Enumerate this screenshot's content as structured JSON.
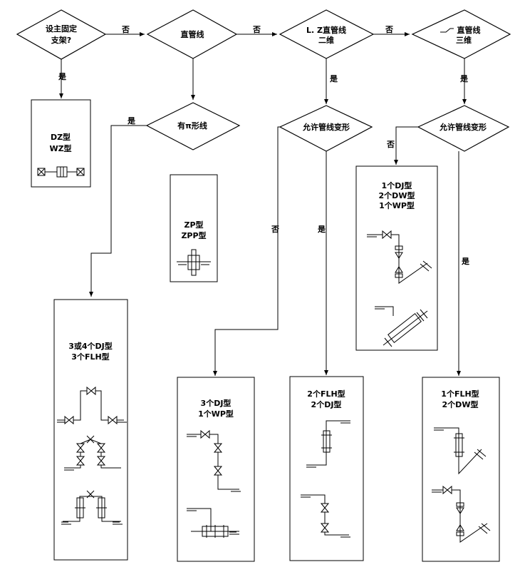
{
  "decisions": {
    "main_support": "设主固定支架?",
    "straight_pipe": "直管线",
    "lz_2d": "L. Z直管线二维",
    "z_3d": "┐┘直管线三维",
    "has_pi": "有π形线",
    "allow_deform_2d": "允许管线变形",
    "allow_deform_3d": "允许管线变形"
  },
  "edge_labels": {
    "no": "否",
    "yes": "是"
  },
  "result_boxes": {
    "dz": [
      "DZ型",
      "WZ型"
    ],
    "zp": [
      "ZP型",
      "ZPP型"
    ],
    "dj_flh": [
      "3或4个DJ型",
      "3个FLH型"
    ],
    "dj_wp": [
      "3个DJ型",
      "1个WP型"
    ],
    "flh_dj": [
      "2个FLH型",
      "2个DJ型"
    ],
    "dj_dw_wp": [
      "1个DJ型",
      "2个DW型",
      "1个WP型"
    ],
    "flh_dw": [
      "1个FLH型",
      "2个DW型"
    ]
  }
}
